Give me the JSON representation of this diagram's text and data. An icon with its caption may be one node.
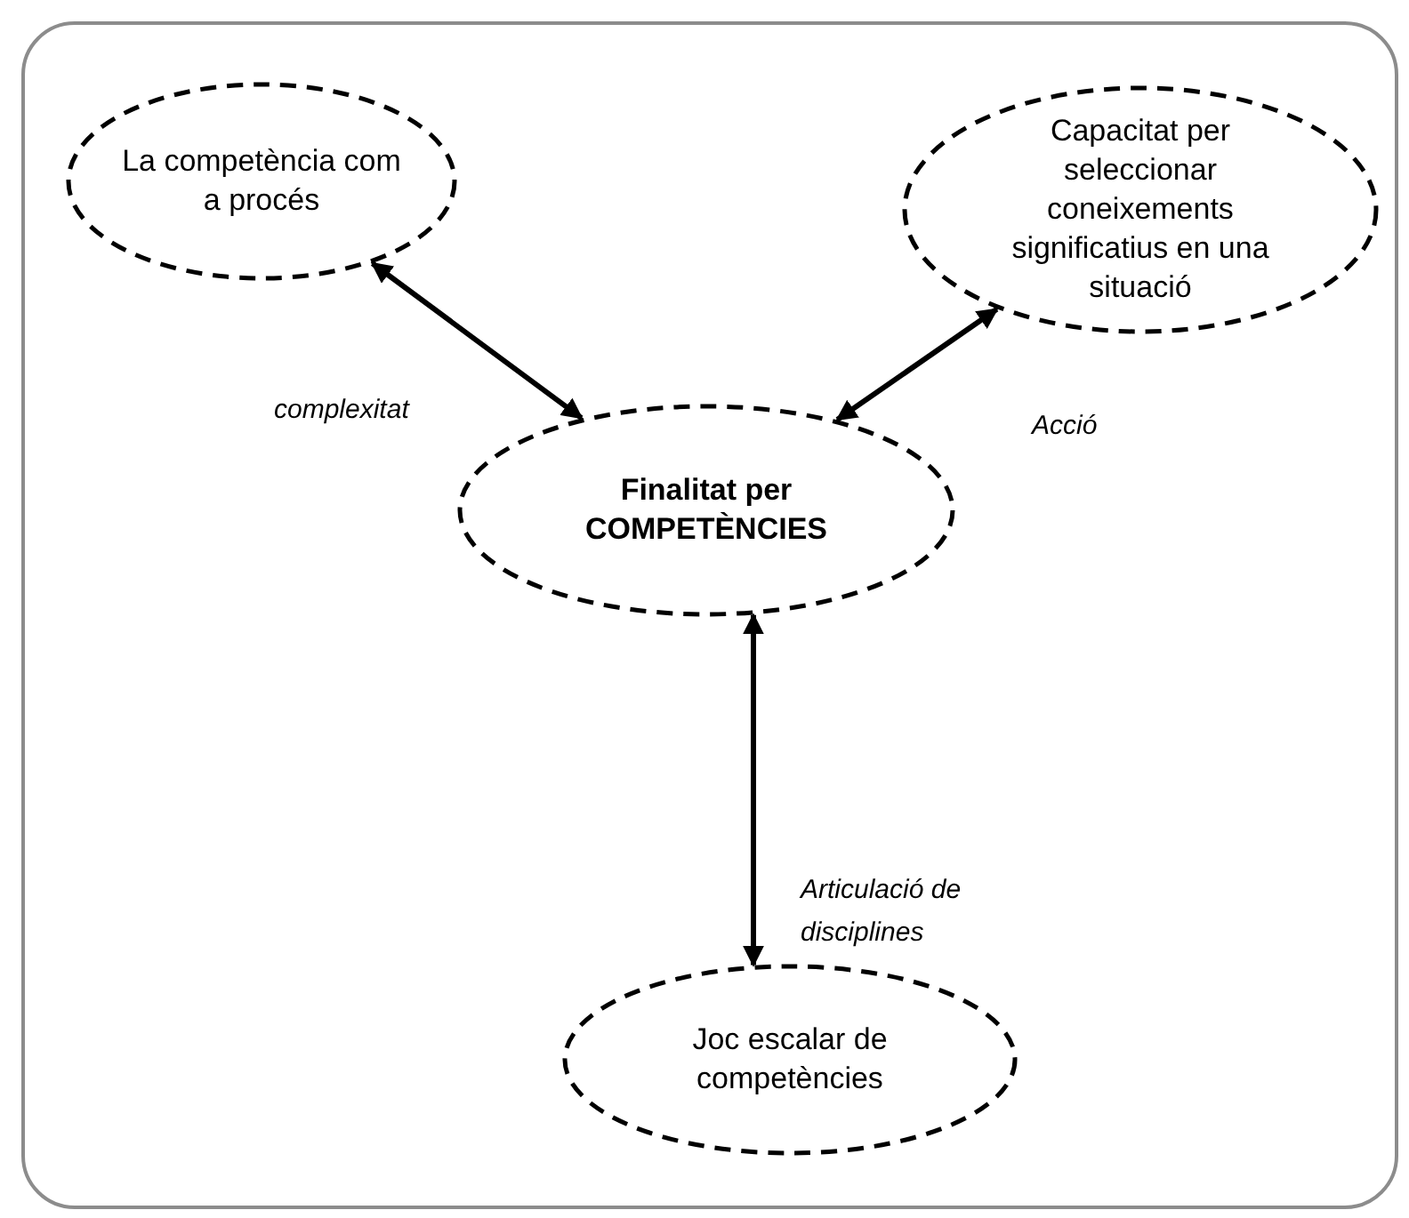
{
  "diagram": {
    "nodes": [
      {
        "text": [],
        "shape": "box"
      },
      {
        "text": [
          "La competència com a procés"
        ],
        "in": 0
      },
      {
        "text": [
          "Capacitat per seleccionar coneixements significatius en una situació"
        ],
        "in": 0
      },
      {
        "text": [
          "Finalitat per COMPETÈNCIES"
        ],
        "in": 0
      },
      {
        "text": [
          "Joc escalar de competències"
        ],
        "in": 0
      }
    ],
    "edges": [
      {
        "from": 1,
        "to": 3,
        "arrow": "both",
        "label": "complexitat"
      },
      {
        "from": 2,
        "to": 3,
        "arrow": "both",
        "label": "Acció"
      },
      {
        "from": 3,
        "to": 4,
        "arrow": "both",
        "label": "Articulació de disciplines"
      }
    ]
  }
}
